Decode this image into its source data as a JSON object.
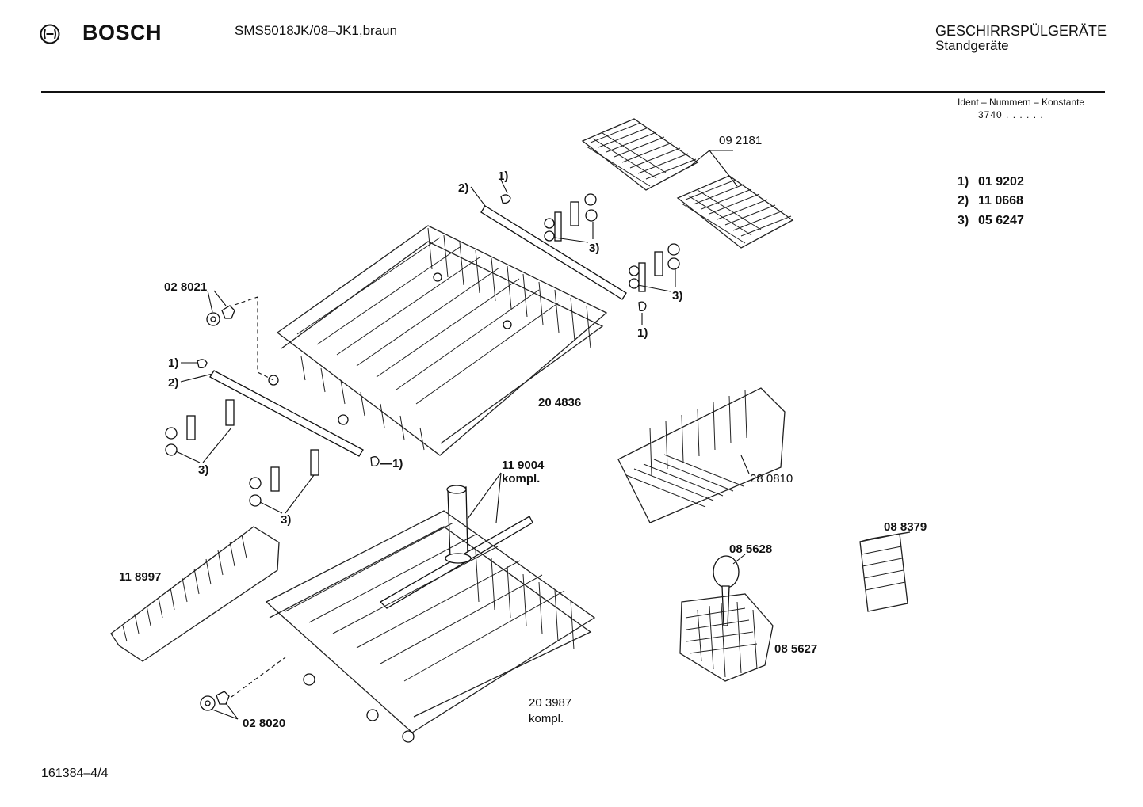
{
  "header": {
    "brand": "BOSCH",
    "model": "SMS5018JK/08–JK1,braun",
    "category_title": "GESCHIRRSPÜLGERÄTE",
    "category_sub": "Standgeräte"
  },
  "ident": {
    "label": "Ident – Nummern – Konstante",
    "value": "3740 . .   . . . ."
  },
  "legend": [
    {
      "num": "1)",
      "code": "01 9202"
    },
    {
      "num": "2)",
      "code": "11 0668"
    },
    {
      "num": "3)",
      "code": "05 6247"
    }
  ],
  "parts": {
    "p092181": "09 2181",
    "p028021": "02 8021",
    "p204836": "20 4836",
    "p119004": "11 9004",
    "p119004_note": "kompl.",
    "p280810": "28 0810",
    "p088379": "08 8379",
    "p085628": "08 5628",
    "p085627": "08 5627",
    "p118997": "11 8997",
    "p203987": "20 3987",
    "p203987_note": "kompl.",
    "p028020": "02 8020"
  },
  "callouts": {
    "one": "1)",
    "two": "2)",
    "three": "3)",
    "one_dash": "—1)"
  },
  "footer": {
    "ref": "161384–4/4"
  },
  "icons": {
    "logo": "bosch-armature-icon"
  }
}
